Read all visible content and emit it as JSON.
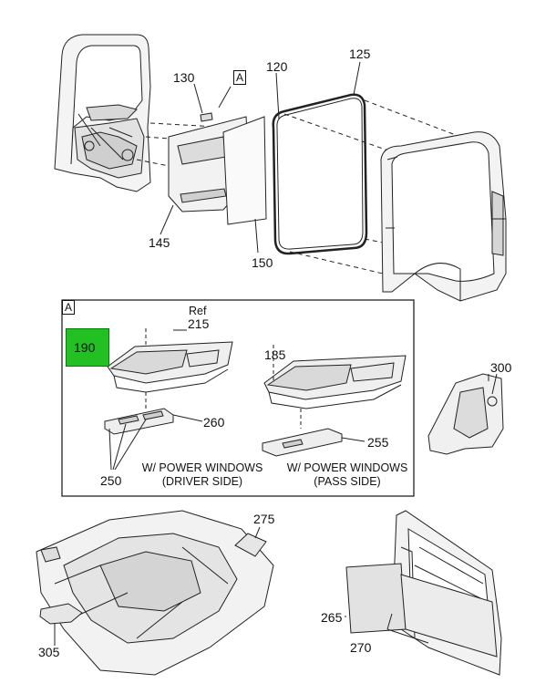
{
  "labels": {
    "p120": "120",
    "p125": "125",
    "p130": "130",
    "p145": "145",
    "p150": "150",
    "p185": "185",
    "p190": "190",
    "p215": "215",
    "p250": "250",
    "p255": "255",
    "p260": "260",
    "p265": "265",
    "p270": "270",
    "p275": "275",
    "p300": "300",
    "p305": "305",
    "ref": "Ref",
    "view_a_callout": "A",
    "view_a_box": "A"
  },
  "captions": {
    "driver_line1": "W/ POWER WINDOWS",
    "driver_line2": "(DRIVER SIDE)",
    "pass_line1": "W/ POWER WINDOWS",
    "pass_line2": "(PASS SIDE)"
  },
  "highlight": {
    "part": "190",
    "color": "#22c022"
  }
}
